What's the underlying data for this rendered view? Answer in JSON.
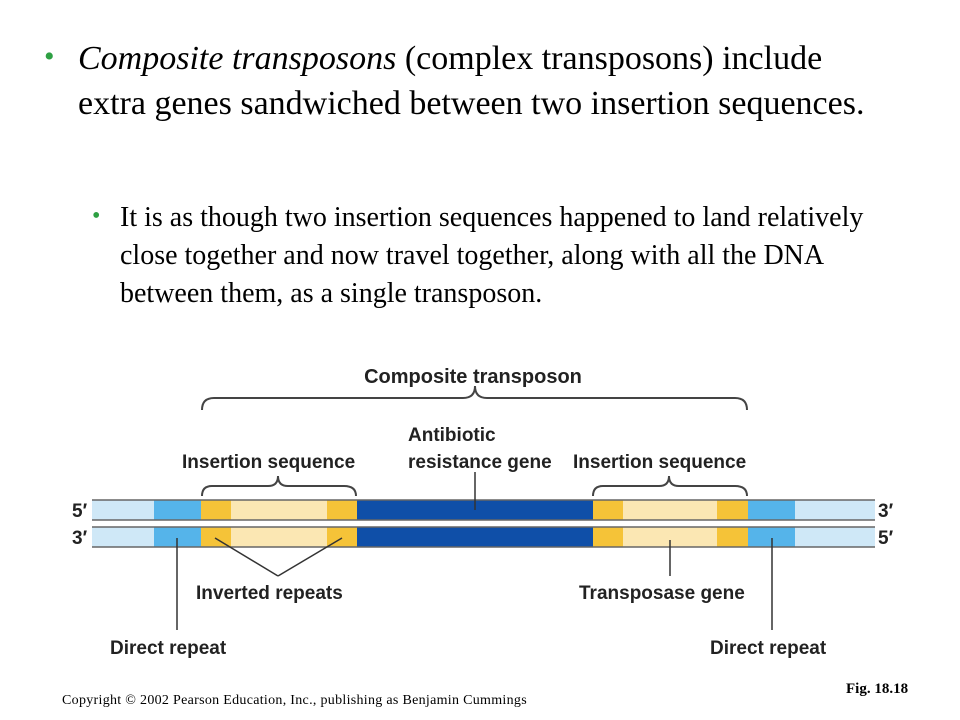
{
  "bullet1": {
    "italic": "Composite transposons",
    "rest": " (complex transposons) include extra genes sandwiched between two insertion sequences."
  },
  "bullet2": {
    "text": "It is as though two insertion sequences happened to land relatively close together and now travel together, along with all the DNA between them, as a single transposon."
  },
  "diagram": {
    "title": "Composite transposon",
    "antibiotic_line1": "Antibiotic",
    "antibiotic_line2": "resistance gene",
    "insertion_left": "Insertion sequence",
    "insertion_right": "Insertion sequence",
    "end_top_left": "5′",
    "end_top_right": "3′",
    "end_bottom_left": "3′",
    "end_bottom_right": "5′",
    "inverted_repeats": "Inverted repeats",
    "transposase_gene": "Transposase gene",
    "direct_repeat_left": "Direct repeat",
    "direct_repeat_right": "Direct repeat",
    "colors": {
      "flank": "#cfe8f7",
      "direct_repeat": "#55b4ea",
      "inverted_repeat": "#f5c338",
      "insertion_core": "#fbe7b3",
      "resistance_gene": "#0f4fa8"
    }
  },
  "footer": {
    "copyright": "Copyright © 2002 Pearson Education, Inc., publishing as Benjamin Cummings",
    "figure": "Fig. 18.18"
  }
}
